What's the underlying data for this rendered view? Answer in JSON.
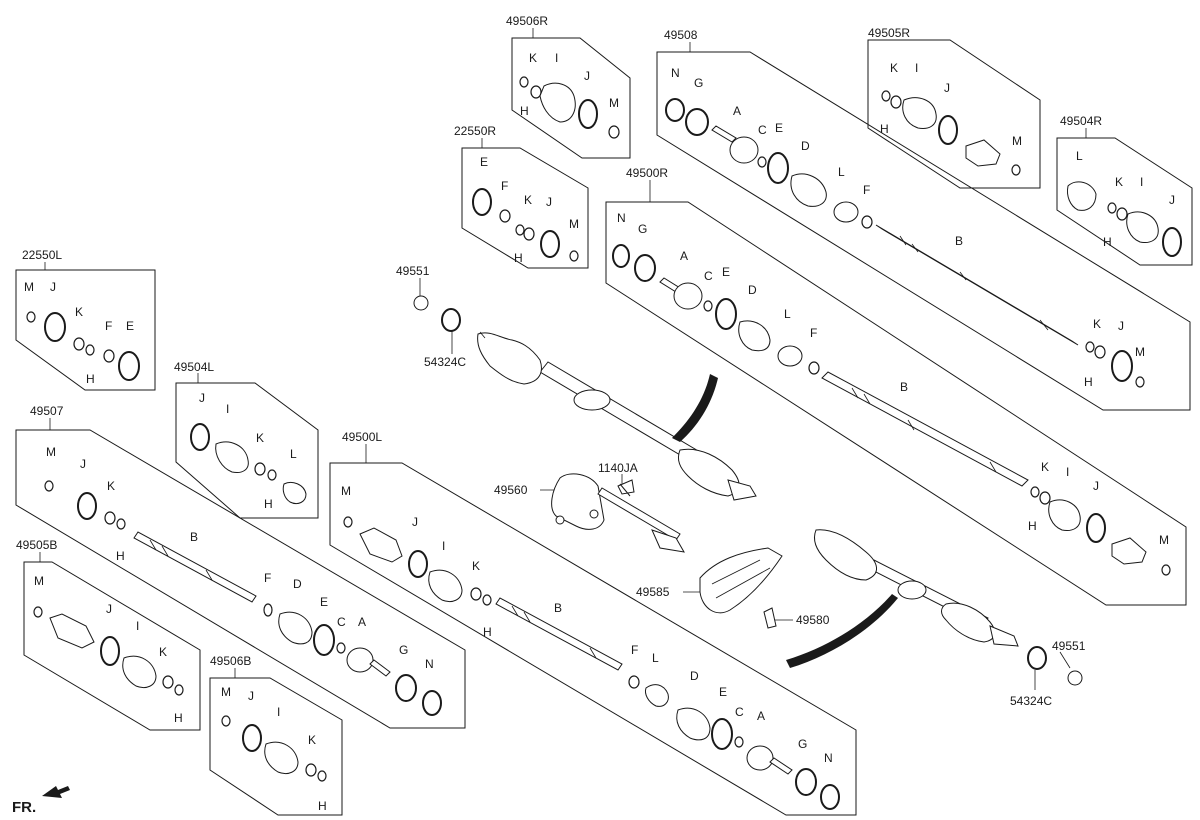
{
  "callouts": {
    "c49506R": "49506R",
    "c49508": "49508",
    "c49505R": "49505R",
    "c49504R": "49504R",
    "c22550R": "22550R",
    "c49500R": "49500R",
    "c22550L": "22550L",
    "c49551a": "49551",
    "c54324Ca": "54324C",
    "c49504L": "49504L",
    "c49507": "49507",
    "c49500L": "49500L",
    "c1140JA": "1140JA",
    "c49560": "49560",
    "c49505B": "49505B",
    "c49585": "49585",
    "c49580": "49580",
    "c49551b": "49551",
    "c54324Cb": "54324C",
    "c49506B": "49506B"
  },
  "letters": {
    "A": "A",
    "B": "B",
    "C": "C",
    "D": "D",
    "E": "E",
    "F": "F",
    "G": "G",
    "H": "H",
    "I": "I",
    "J": "J",
    "K": "K",
    "L": "L",
    "M": "M",
    "N": "N"
  },
  "direction_label": "FR."
}
